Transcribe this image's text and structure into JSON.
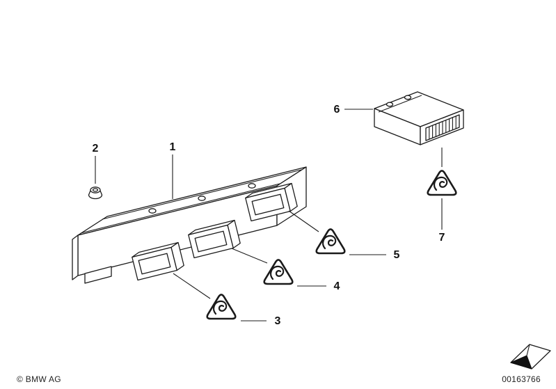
{
  "callouts": [
    {
      "number": "1"
    },
    {
      "number": "2"
    },
    {
      "number": "3"
    },
    {
      "number": "4"
    },
    {
      "number": "5"
    },
    {
      "number": "6"
    },
    {
      "number": "7"
    }
  ],
  "footer": {
    "copyright": "© BMW AG",
    "document_number": "00163766"
  },
  "colors": {
    "line": "#1a1a1a",
    "background": "#ffffff"
  }
}
